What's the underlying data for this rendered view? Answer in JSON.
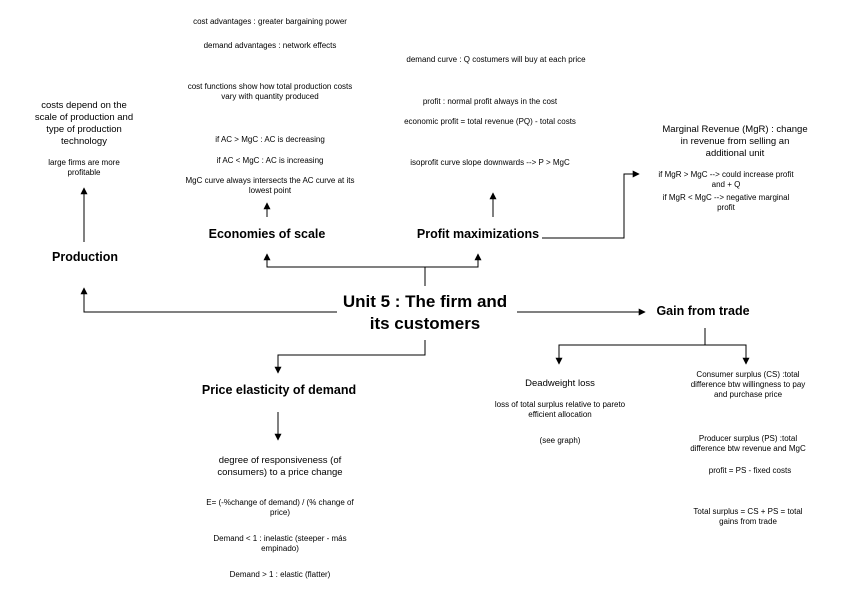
{
  "central_topic": {
    "line1": "Unit 5 : The firm and",
    "line2": "its customers"
  },
  "production": {
    "title": "Production",
    "note_1": [
      "costs depend on the",
      "scale of production and",
      "type of production",
      "technology"
    ],
    "note_2": [
      "large firms are more",
      "profitable"
    ]
  },
  "economies_of_scale": {
    "title": "Economies of scale",
    "notes": {
      "cost_advantages": "cost advantages : greater bargaining power",
      "demand_advantages": "demand advantages : network effects",
      "cost_functions": [
        "cost functions show how total production costs",
        "vary with quantity produced"
      ],
      "ac_greater": "if AC > MgC : AC is decreasing",
      "ac_smaller": "if AC < MgC : AC is increasing",
      "mgc_curve": [
        "MgC curve always intersects the AC curve at its",
        "lowest point"
      ]
    }
  },
  "profit_maximizations": {
    "title": "Profit maximizations",
    "notes": {
      "demand_curve": "demand curve : Q costumers will buy at each price",
      "profit": "profit : normal profit always in the cost",
      "economic_profit": "economic profit = total revenue (PQ) - total costs",
      "isoprofit": "isoprofit curve slope downwards --> P > MgC"
    },
    "marginal_revenue": {
      "definition": [
        "Marginal Revenue (MgR) : change",
        "in revenue from selling an",
        "additional unit"
      ],
      "rule_1": [
        "if MgR > MgC --> could increase profit",
        "and + Q"
      ],
      "rule_2": [
        "if MgR < MgC --> negative marginal",
        "profit"
      ]
    }
  },
  "gain_from_trade": {
    "title": "Gain from trade",
    "deadweight": {
      "title": "Deadweight loss",
      "text": [
        "loss of total surplus relative to pareto",
        "efficient allocation"
      ],
      "see": "(see graph)"
    },
    "surplus": {
      "consumer": [
        "Consumer surplus (CS) :total",
        "difference btw willingness to pay",
        "and purchase price"
      ],
      "producer": [
        "Producer surplus (PS) :total",
        "difference btw revenue and MgC"
      ],
      "profit": "profit = PS - fixed costs",
      "total": [
        "Total surplus = CS + PS = total",
        "gains from trade"
      ]
    }
  },
  "price_elasticity": {
    "title": "Price elasticity of demand",
    "definition": [
      "degree of responsiveness (of",
      "consumers) to a price change"
    ],
    "formula": [
      "E= (-%change of demand) / (% change of",
      "price)"
    ],
    "inelastic": [
      "Demand < 1 : inelastic (steeper - más",
      "empinado)"
    ],
    "elastic": "Demand > 1 : elastic (flatter)"
  }
}
